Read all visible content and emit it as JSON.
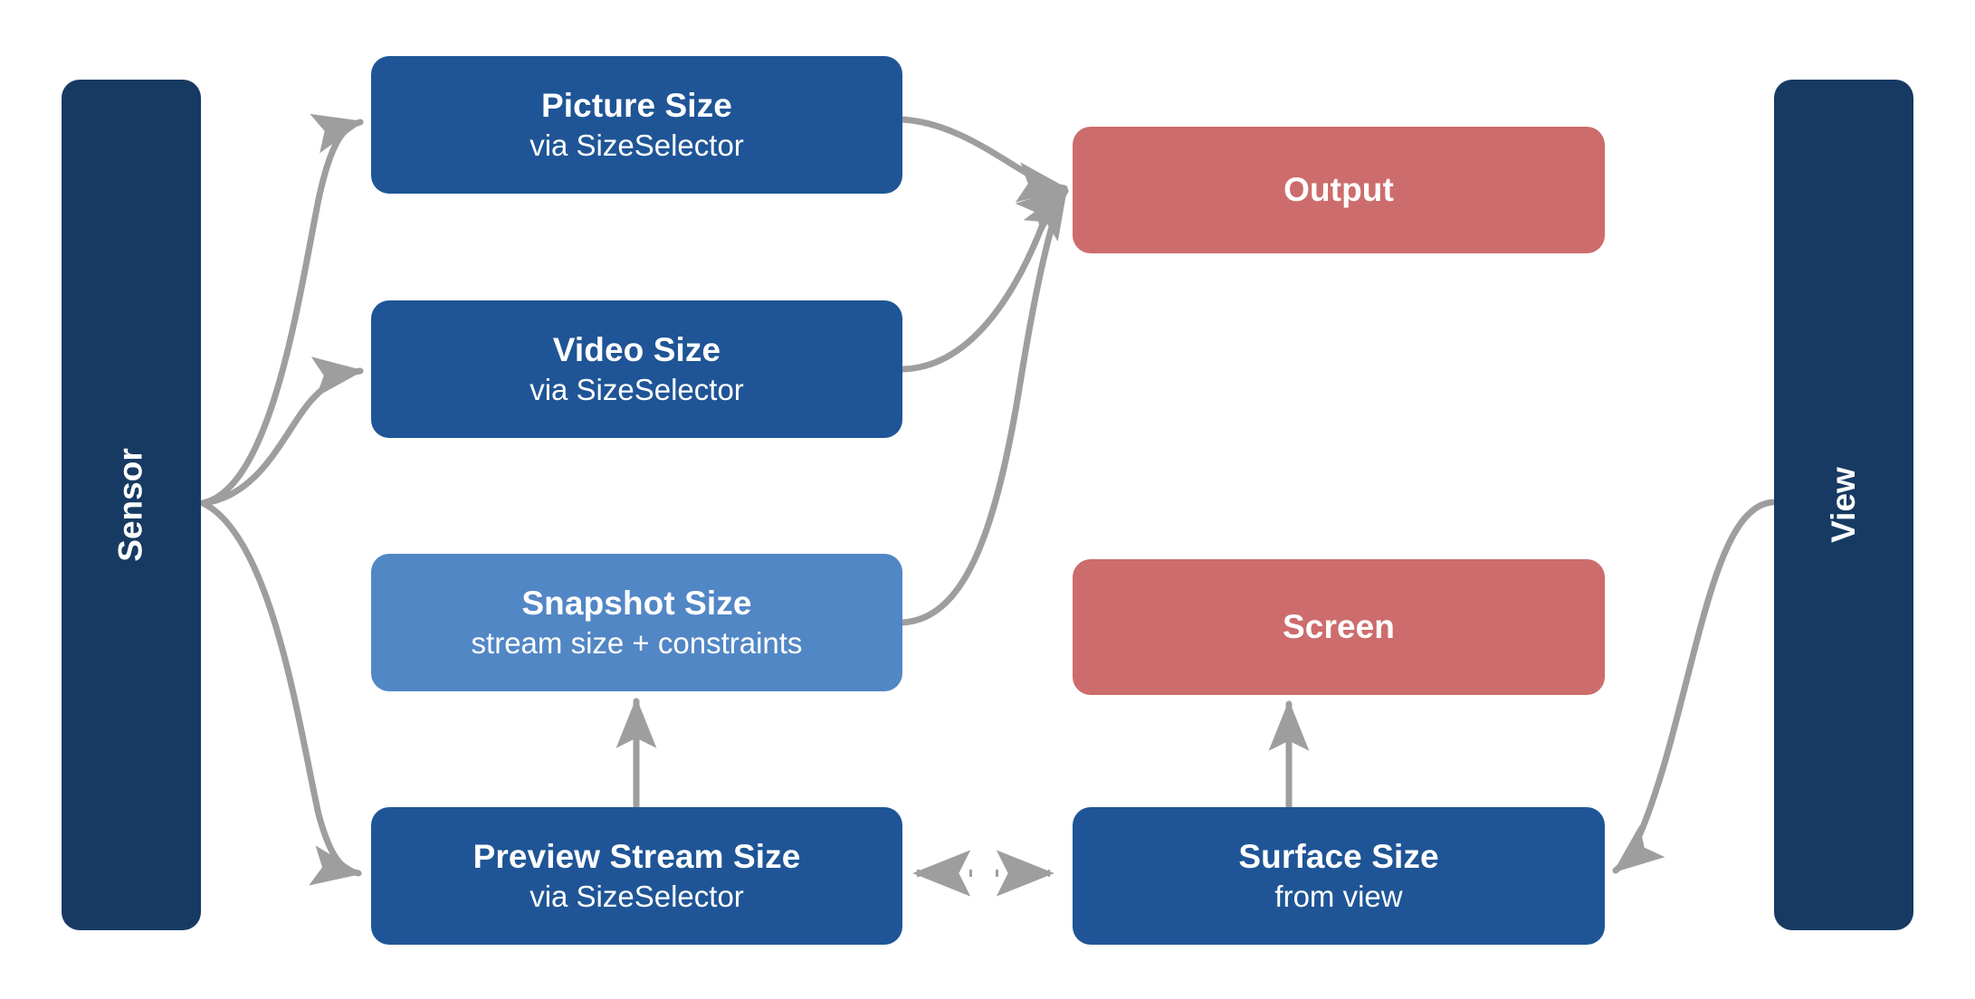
{
  "diagram": {
    "type": "flow-diagram",
    "background": "#ffffff",
    "edge_color": "#9e9e9e",
    "palette": {
      "lane_navy": "#173a63",
      "node_blue": "#1f5596",
      "node_light_blue": "#5287c5",
      "node_red": "#cd6c6c",
      "text_white": "#ffffff"
    },
    "lanes": [
      {
        "id": "sensor",
        "label": "Sensor",
        "color": "#173a63",
        "rotation": -90
      },
      {
        "id": "view",
        "label": "View",
        "color": "#173a63",
        "rotation": -90
      }
    ],
    "nodes": [
      {
        "id": "picture-size",
        "title": "Picture Size",
        "sub": "via SizeSelector",
        "color": "#1f5596"
      },
      {
        "id": "video-size",
        "title": "Video Size",
        "sub": "via SizeSelector",
        "color": "#1f5596"
      },
      {
        "id": "snapshot-size",
        "title": "Snapshot Size",
        "sub": "stream size + constraints",
        "color": "#5287c5"
      },
      {
        "id": "preview-stream-size",
        "title": "Preview Stream Size",
        "sub": "via SizeSelector",
        "color": "#1f5596"
      },
      {
        "id": "output",
        "title": "Output",
        "sub": "",
        "color": "#cd6c6c"
      },
      {
        "id": "screen",
        "title": "Screen",
        "sub": "",
        "color": "#cd6c6c"
      },
      {
        "id": "surface-size",
        "title": "Surface Size",
        "sub": "from view",
        "color": "#1f5596"
      }
    ],
    "edges": [
      {
        "from": "sensor",
        "to": "picture-size",
        "style": "curved",
        "arrow": "end"
      },
      {
        "from": "sensor",
        "to": "video-size",
        "style": "curved",
        "arrow": "end"
      },
      {
        "from": "sensor",
        "to": "preview-stream-size",
        "style": "curved",
        "arrow": "end"
      },
      {
        "from": "picture-size",
        "to": "output",
        "style": "curved",
        "arrow": "end"
      },
      {
        "from": "video-size",
        "to": "output",
        "style": "curved",
        "arrow": "end"
      },
      {
        "from": "snapshot-size",
        "to": "output",
        "style": "curved",
        "arrow": "end"
      },
      {
        "from": "preview-stream-size",
        "to": "snapshot-size",
        "style": "straight",
        "arrow": "end"
      },
      {
        "from": "preview-stream-size",
        "to": "surface-size",
        "style": "dotted",
        "arrow": "both"
      },
      {
        "from": "surface-size",
        "to": "screen",
        "style": "straight",
        "arrow": "end"
      },
      {
        "from": "view",
        "to": "surface-size",
        "style": "curved",
        "arrow": "end"
      }
    ]
  }
}
